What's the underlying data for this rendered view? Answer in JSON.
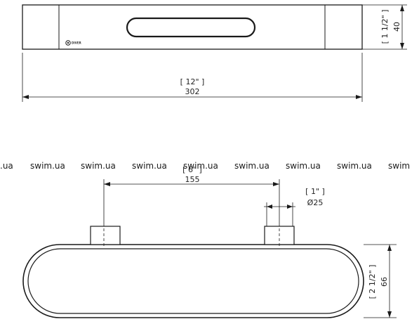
{
  "top_view": {
    "length": {
      "imperial": "[ 12\" ]",
      "metric": "302"
    },
    "height": {
      "imperial": "[ 1 1/2\" ]",
      "metric": "40"
    },
    "brand_mark": "DIVER"
  },
  "bottom_view": {
    "spacing": {
      "imperial": "[ 6\" ]",
      "metric": "155"
    },
    "diameter": {
      "imperial": "[ 1\" ]",
      "metric": "Ø25"
    },
    "height": {
      "imperial": "[ 2 1/2\" ]",
      "metric": "66"
    }
  },
  "watermark": {
    "text": "swim.ua",
    "partial_left": ".ua",
    "partial_right": "swim"
  },
  "colors": {
    "line": "#1a1a1a",
    "background": "#ffffff"
  }
}
